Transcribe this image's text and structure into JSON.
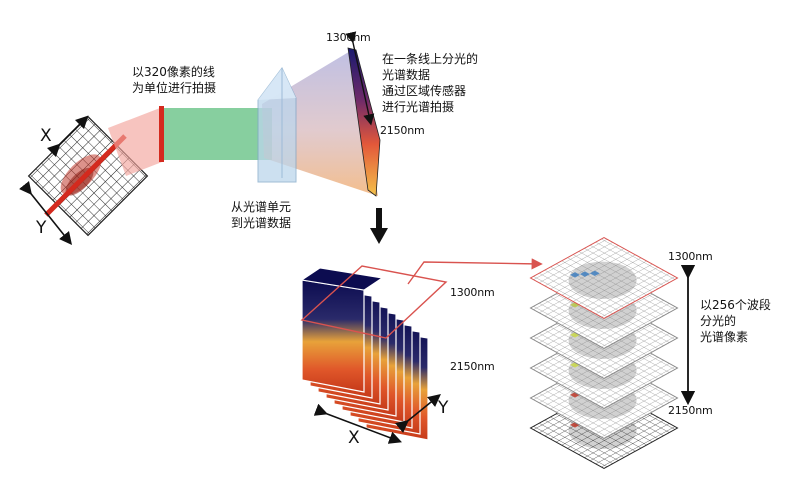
{
  "labels": {
    "line_scan": [
      "以320像素的线",
      "为单位进行拍摄"
    ],
    "spectral_unit": [
      "从光谱单元",
      "到光谱数据"
    ],
    "split_light": [
      "在一条线上分光的",
      "光谱数据",
      "通过区域传感器",
      "进行光谱拍摄"
    ],
    "pixels": [
      "以256个波段",
      "分光的",
      "光谱像素"
    ]
  },
  "wavelengths": {
    "top_1": "1300nm",
    "bottom_1": "2150nm",
    "top_2": "1300nm",
    "bottom_2": "2150nm",
    "top_3": "1300nm",
    "bottom_3": "2150nm"
  },
  "axes": {
    "x1": "X",
    "y1": "Y",
    "x2": "X",
    "y2": "Y"
  },
  "colors": {
    "beam_red": "#d42a1e",
    "beam_green": "#5fbf7f",
    "prism": "#bcd6ec",
    "cube_top": "#12125a",
    "cube_bottom": "#e0572a",
    "highlight": "#d9534f"
  }
}
